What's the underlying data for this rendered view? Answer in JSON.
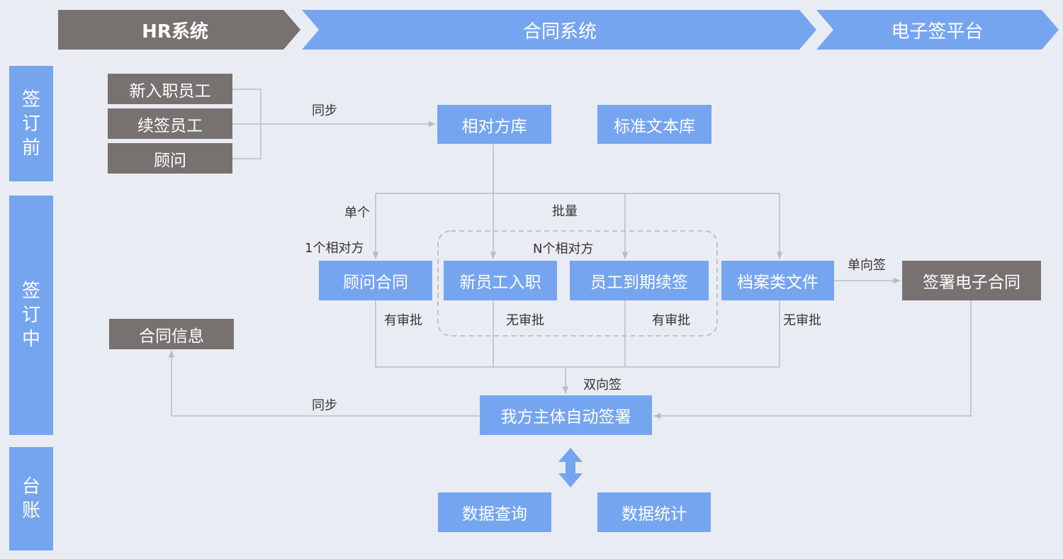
{
  "header": {
    "hr_system": "HR系统",
    "contract_system": "合同系统",
    "esign_platform": "电子签平台"
  },
  "phases": {
    "before": "签订前",
    "during": "签订中",
    "ledger": "台账"
  },
  "hr_sources": [
    "新入职员工",
    "续签员工",
    "顾问"
  ],
  "contract_info": "合同信息",
  "libraries": {
    "counterparty": "相对方库",
    "standard_text": "标准文本库"
  },
  "contracts": {
    "consultant": "顾问合同",
    "new_hire": "新员工入职",
    "renewal": "员工到期续签",
    "archive": "档案类文件"
  },
  "esign": "签署电子合同",
  "auto_sign": "我方主体自动签署",
  "ledger_items": [
    "数据查询",
    "数据统计"
  ],
  "labels": {
    "sync_top": "同步",
    "sync_bottom": "同步",
    "single": "单个",
    "one_party": "1个相对方",
    "batch": "批量",
    "n_parties": "N个相对方",
    "approval_1": "有审批",
    "no_approval_1": "无审批",
    "approval_2": "有审批",
    "no_approval_2": "无审批",
    "one_way": "单向签",
    "two_way": "双向签"
  },
  "colors": {
    "blue": "#76a5ef",
    "dark_gray": "#777170",
    "background": "#e9edf3",
    "connector": "#b8bcc4"
  }
}
